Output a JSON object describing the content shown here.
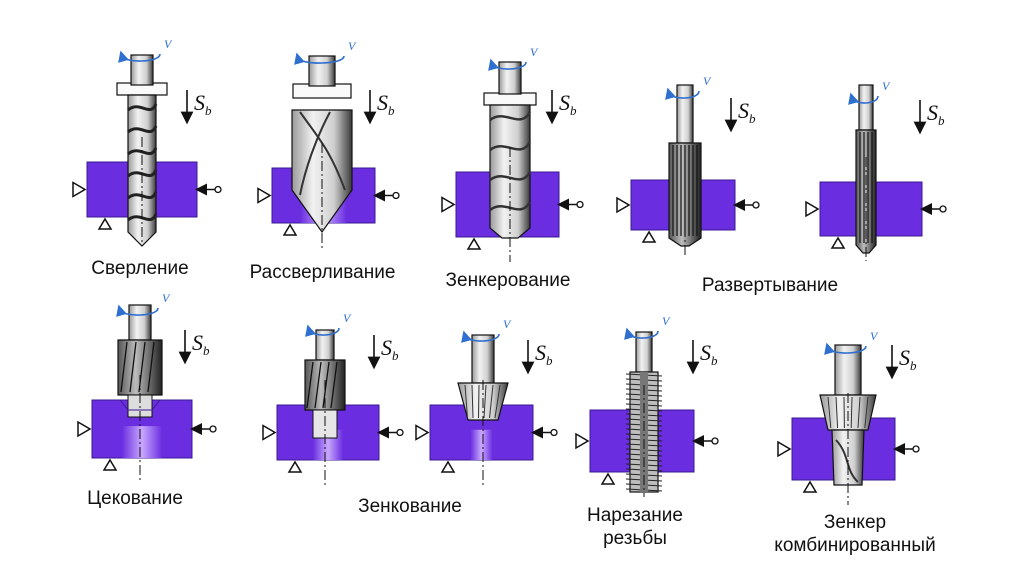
{
  "colors": {
    "workpiece": "#6a2ee0",
    "workpiece_dark": "#3a1890",
    "bore_glow": "#c9a8ff",
    "tool_light": "#f2f2f2",
    "tool_mid": "#9a9a9a",
    "tool_dark": "#3a3a3a",
    "rotation": "#2f6fd0",
    "line": "#111111"
  },
  "symbols": {
    "speed": "V",
    "feed": "S",
    "feed_sub": "b"
  },
  "operations": [
    {
      "id": "drilling",
      "label_lines": [
        "Сверление"
      ],
      "tool": "drill"
    },
    {
      "id": "reaming-out",
      "label_lines": [
        "Рассверливание"
      ],
      "tool": "big-drill"
    },
    {
      "id": "countersinking",
      "label_lines": [
        "Зенкерование"
      ],
      "tool": "countersink-drill"
    },
    {
      "id": "reaming",
      "label_lines": [
        "Развертывание"
      ],
      "tool": "reamer"
    },
    {
      "id": "reaming-2",
      "label_lines": [],
      "tool": "reamer-narrow"
    },
    {
      "id": "spot-facing",
      "label_lines": [
        "Цекование"
      ],
      "tool": "counterbore"
    },
    {
      "id": "counterboring",
      "label_lines": [
        "Зенкование"
      ],
      "tool": "counterbore-small"
    },
    {
      "id": "chamfering",
      "label_lines": [],
      "tool": "cone"
    },
    {
      "id": "threading",
      "label_lines": [
        "Нарезание",
        "резьбы"
      ],
      "tool": "tap"
    },
    {
      "id": "combined",
      "label_lines": [
        "Зенкер",
        "комбинированный"
      ],
      "tool": "combined"
    }
  ]
}
